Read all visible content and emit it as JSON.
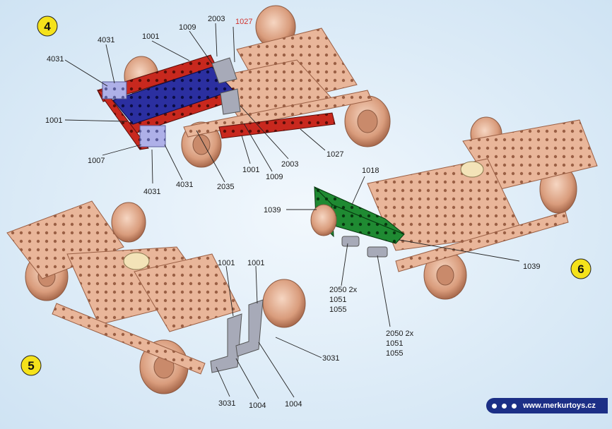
{
  "steps": [
    {
      "number": "4",
      "color": "#f5e21b"
    },
    {
      "number": "5",
      "color": "#f5e21b"
    },
    {
      "number": "6",
      "color": "#f5e21b"
    }
  ],
  "parts": {
    "s4_4031_a": "4031",
    "s4_4031_b": "4031",
    "s4_4031_c": "4031",
    "s4_4031_d": "4031",
    "s4_1001_a": "1001",
    "s4_1001_b": "1001",
    "s4_1009_a": "1009",
    "s4_1009_b": "1009",
    "s4_2003_a": "2003",
    "s4_2003_b": "2003",
    "s4_1027_red": "1027",
    "s4_1027": "1027",
    "s4_1007": "1007",
    "s4_2035": "2035",
    "s5_1001_a": "1001",
    "s5_1001_b": "1001",
    "s5_3031_a": "3031",
    "s5_3031_b": "3031",
    "s5_1004_a": "1004",
    "s5_1004_b": "1004",
    "s6_1018": "1018",
    "s6_1039_a": "1039",
    "s6_1039_b": "1039",
    "s6_2050_a": "2050 2x",
    "s6_1051_a": "1051",
    "s6_1055_a": "1055",
    "s6_2050_b": "2050 2x",
    "s6_1051_b": "1051",
    "s6_1055_b": "1055"
  },
  "colors": {
    "copper": "#e9b69a",
    "copper_dark": "#b97c5e",
    "red": "#c8281e",
    "blue": "#2b2fa0",
    "lilac": "#aeb0e8",
    "green": "#1f8a32",
    "silver": "#a7aab8",
    "callout_red": "#d2322d",
    "footer": "#1c2f86"
  },
  "footer": {
    "url": "www.merkurtoys.cz"
  }
}
